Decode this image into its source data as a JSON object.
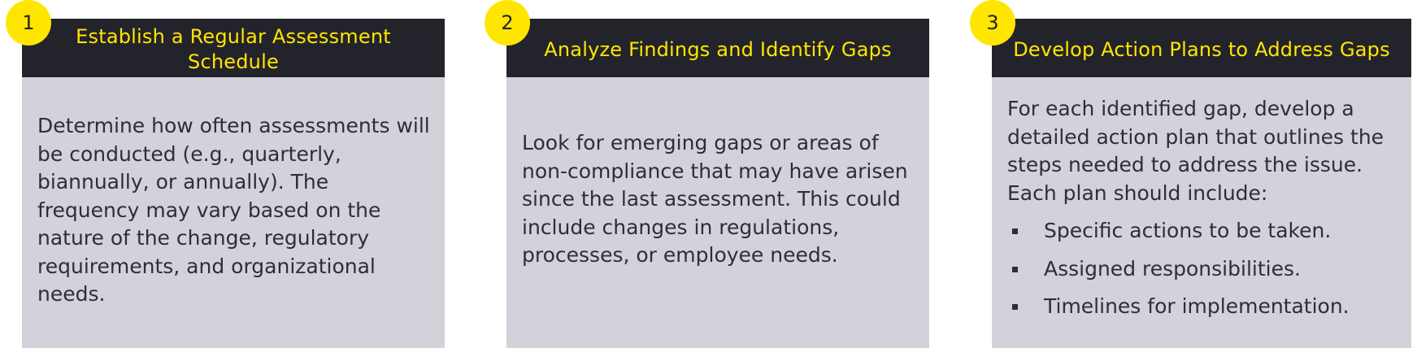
{
  "cards": [
    {
      "number": "1",
      "title": "Establish a Regular Assessment Schedule",
      "body": "Determine how often assessments will be conducted (e.g., quarterly, biannually, or annually). The frequency may vary based on the nature of the change, regulatory requirements, and organizational needs."
    },
    {
      "number": "2",
      "title": "Analyze Findings and Identify Gaps",
      "body": "Look for emerging gaps or areas of non-compliance that may have arisen since the last assessment. This could include changes in regulations, processes, or employee needs."
    },
    {
      "number": "3",
      "title": "Develop Action Plans to Address Gaps",
      "body": "For each identified gap, develop a detailed action plan that outlines the steps needed to address the issue. Each plan should include:",
      "bullets": [
        "Specific actions to be taken.",
        "Assigned responsibilities.",
        "Timelines for implementation."
      ]
    }
  ],
  "colors": {
    "accent_yellow": "#ffe600",
    "header_dark": "#23232b",
    "card_background": "#d2d2da",
    "body_text": "#2e2e38"
  }
}
